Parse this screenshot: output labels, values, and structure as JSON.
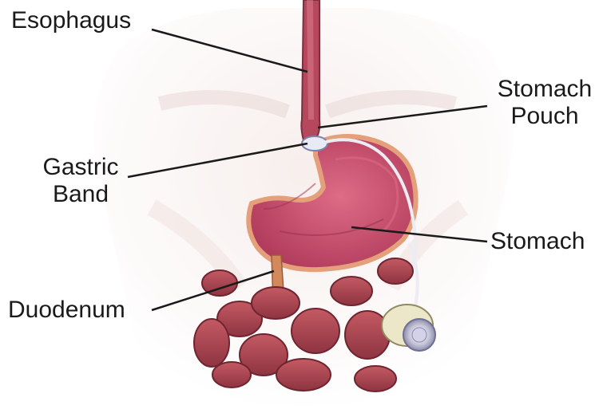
{
  "labels": {
    "esophagus": "Esophagus",
    "stomach_pouch": [
      "Stomach",
      "Pouch"
    ],
    "gastric_band": [
      "Gastric",
      "Band"
    ],
    "stomach": "Stomach",
    "duodenum": "Duodenum"
  },
  "colors": {
    "stomach_tissue": "#c94a6a",
    "stomach_outline": "#e3a07a",
    "intestine": "#a9444f",
    "leader_line": "#1a1a1a",
    "body_silhouette": "#f1e4e2"
  }
}
